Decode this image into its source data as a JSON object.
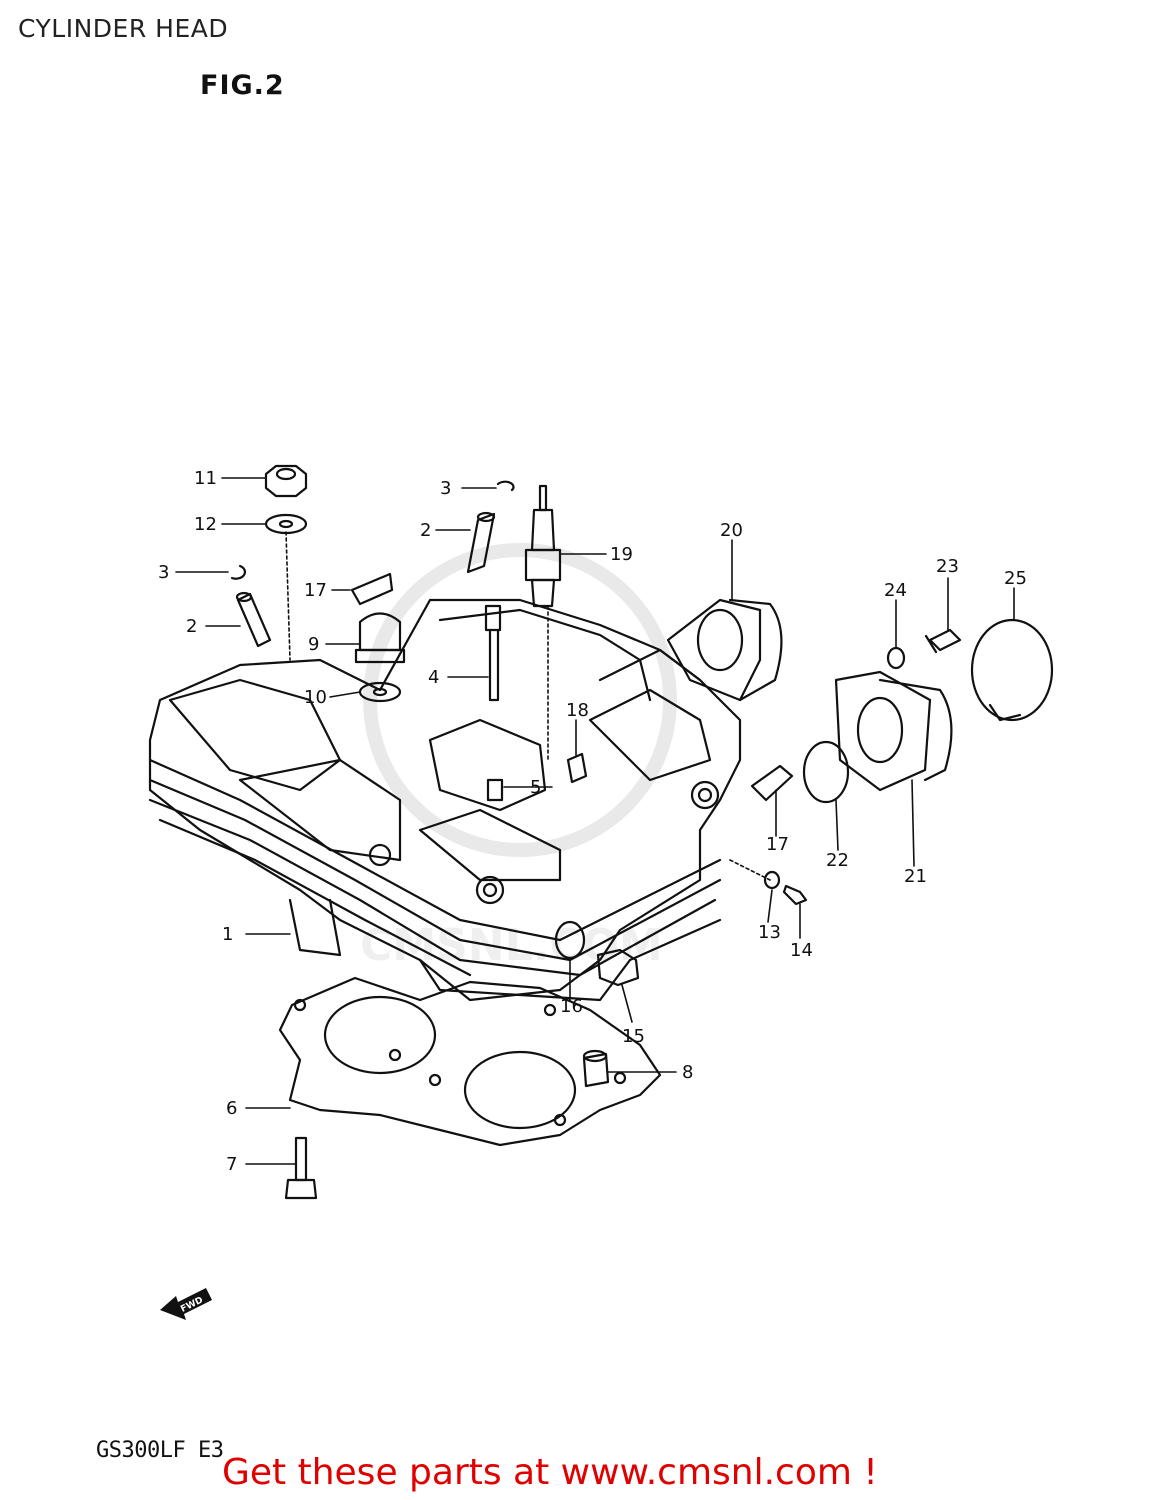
{
  "header": {
    "title": "CYLINDER HEAD",
    "figure_label": "FIG.2"
  },
  "diagram": {
    "callouts": [
      "1",
      "2",
      "2",
      "3",
      "3",
      "4",
      "5",
      "6",
      "7",
      "8",
      "9",
      "10",
      "11",
      "12",
      "13",
      "14",
      "15",
      "16",
      "17",
      "17",
      "18",
      "19",
      "20",
      "21",
      "22",
      "23",
      "24",
      "25"
    ],
    "fwd_label": "FWD",
    "watermark": "CMSNL.COM"
  },
  "footer": {
    "model_code": "GS300LF E3",
    "cta": "Get these parts at www.cmsnl.com !"
  },
  "colors": {
    "line": "#111111",
    "cta": "#e00000",
    "watermark": "#d0d0d0"
  }
}
